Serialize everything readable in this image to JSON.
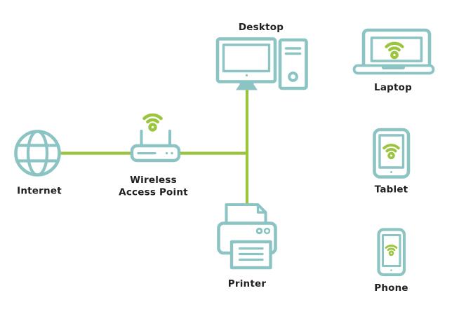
{
  "diagram": {
    "type": "home-network-topology",
    "nodes": [
      {
        "id": "internet",
        "label": "Internet",
        "icon": "globe-icon",
        "connection": "wired"
      },
      {
        "id": "wireless-access-point",
        "label": "Wireless Access Point",
        "label_lines": [
          "Wireless",
          "Access Point"
        ],
        "icon": "wireless-router-icon",
        "connection": "wired"
      },
      {
        "id": "desktop",
        "label": "Desktop",
        "icon": "desktop-computer-icon",
        "connection": "wired"
      },
      {
        "id": "printer",
        "label": "Printer",
        "icon": "printer-icon",
        "connection": "wired"
      },
      {
        "id": "laptop",
        "label": "Laptop",
        "icon": "laptop-wifi-icon",
        "connection": "wireless"
      },
      {
        "id": "tablet",
        "label": "Tablet",
        "icon": "tablet-wifi-icon",
        "connection": "wireless"
      },
      {
        "id": "phone",
        "label": "Phone",
        "icon": "phone-wifi-icon",
        "connection": "wireless"
      }
    ],
    "connections": [
      {
        "from": "internet",
        "to": "wireless-access-point"
      },
      {
        "from": "wireless-access-point",
        "to": "desktop"
      },
      {
        "from": "wireless-access-point",
        "to": "printer"
      }
    ]
  },
  "colors": {
    "teal": "#8cc4c4",
    "green": "#9bc53f",
    "text": "#232021",
    "bg": "#ffffff"
  }
}
